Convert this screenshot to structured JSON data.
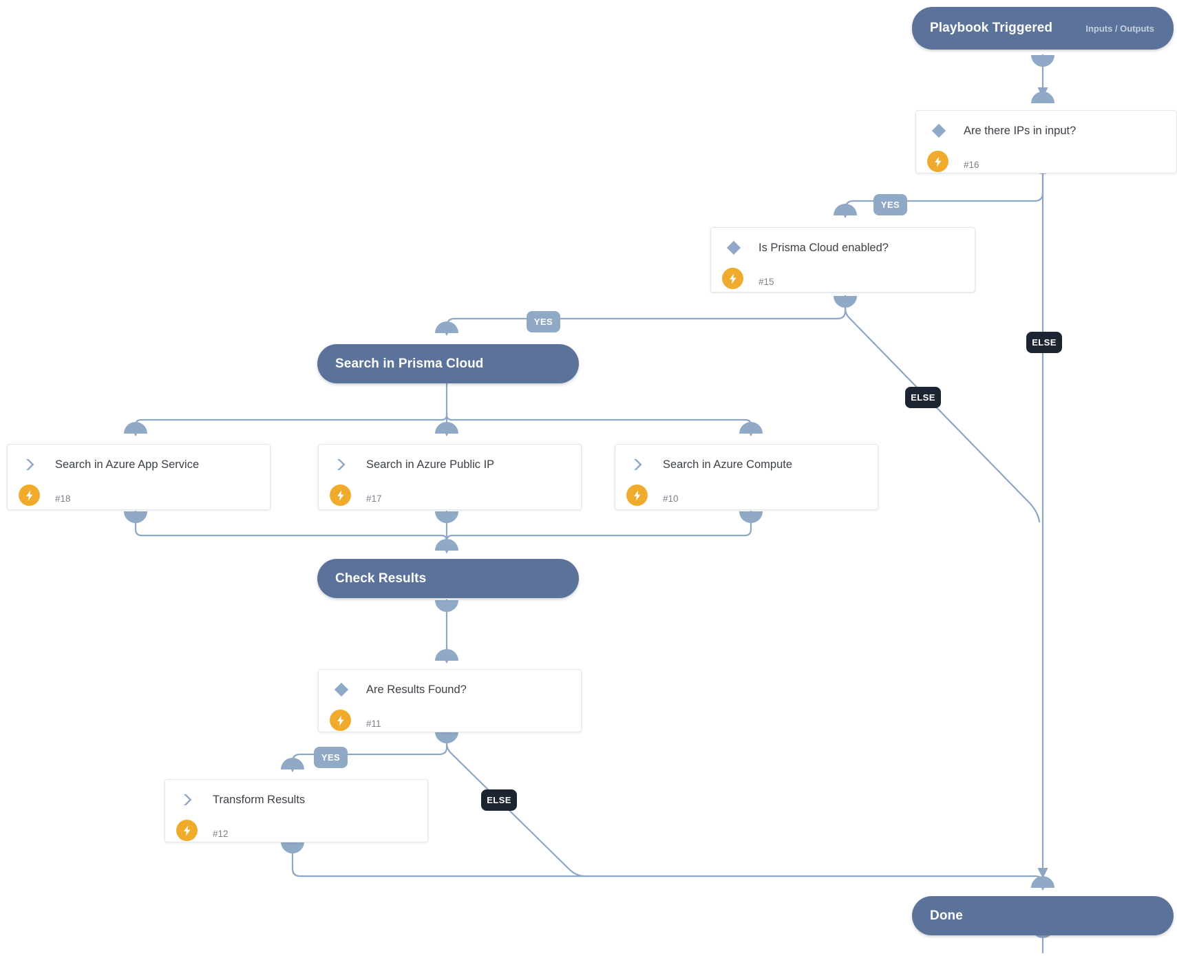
{
  "diagram": {
    "title": "Playbook workflow graph",
    "colors": {
      "pill_fill": "#5b729b",
      "card_fill": "#ffffff",
      "card_border": "#e3e6ea",
      "edge_stroke": "#8ca6c4",
      "badge_yes": "#8fa9c6",
      "badge_else": "#1c2431",
      "bolt": "#f0ab2d",
      "diamond": "#8fa9c6",
      "task_chevron": "#8fa9c6",
      "title_text": "#3c4147",
      "number_text": "#7b8189"
    },
    "nodes": {
      "playbook_triggered": {
        "kind": "pill",
        "title": "Playbook Triggered",
        "sub": "Inputs / Outputs"
      },
      "are_there_ips": {
        "kind": "condition",
        "title": "Are there IPs in input?",
        "number": "#16",
        "icon": "diamond-icon"
      },
      "is_prisma_cloud_enabled": {
        "kind": "condition",
        "title": "Is Prisma Cloud enabled?",
        "number": "#15",
        "icon": "diamond-icon"
      },
      "search_in_prisma_cloud": {
        "kind": "pill",
        "title": "Search in Prisma Cloud",
        "sub": ""
      },
      "search_azure_app_service": {
        "kind": "task",
        "title": "Search in Azure App Service",
        "number": "#18",
        "icon": "chevron-right-icon"
      },
      "search_azure_public_ip": {
        "kind": "task",
        "title": "Search in Azure Public IP",
        "number": "#17",
        "icon": "chevron-right-icon"
      },
      "search_azure_compute": {
        "kind": "task",
        "title": "Search in Azure Compute",
        "number": "#10",
        "icon": "chevron-right-icon"
      },
      "check_results": {
        "kind": "pill",
        "title": "Check Results",
        "sub": ""
      },
      "are_results_found": {
        "kind": "condition",
        "title": "Are Results Found?",
        "number": "#11",
        "icon": "diamond-icon"
      },
      "transform_results": {
        "kind": "task",
        "title": "Transform Results",
        "number": "#12",
        "icon": "chevron-right-icon"
      },
      "done": {
        "kind": "pill",
        "title": "Done",
        "sub": ""
      }
    },
    "edge_labels": {
      "ips_yes": "YES",
      "ips_else": "ELSE",
      "prisma_yes": "YES",
      "prisma_else": "ELSE",
      "results_yes": "YES",
      "results_else": "ELSE"
    }
  }
}
